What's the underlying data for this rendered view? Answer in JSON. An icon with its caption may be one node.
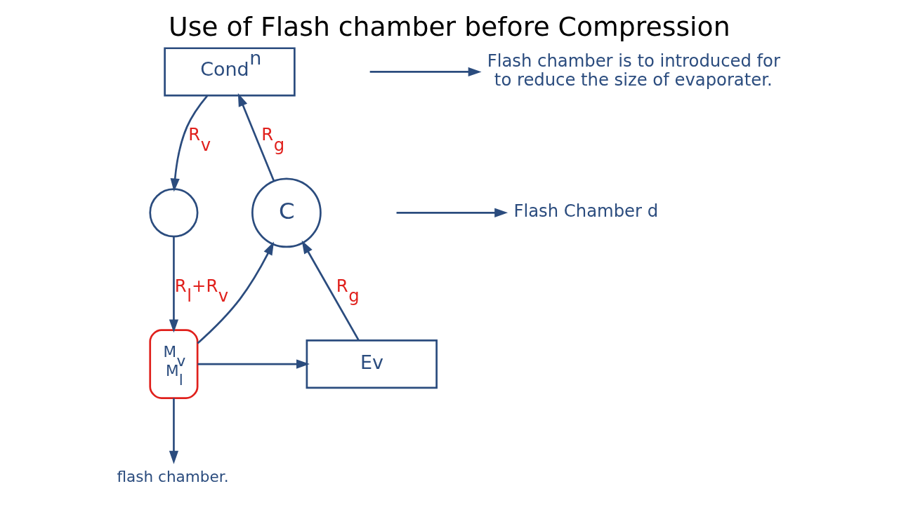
{
  "diagram": {
    "title": "Use of Flash chamber before Compression",
    "nodes": [
      {
        "text": [
          "Cond$^{n}$"
        ]
      },
      {
        "text": [],
        "shape": "circle"
      },
      {
        "text": [
          "C"
        ]
      },
      {
        "text": [
          "M$_{v}$",
          "M$_{l}$"
        ]
      },
      {
        "text": [
          "Ev"
        ]
      },
      {
        "text": [
          "flash chamber."
        ]
      },
      {
        "text": [
          "Flash chamber is to introduced for to reduce the size of evaporater."
        ]
      },
      {
        "text": [
          "Flash Chamber d"
        ]
      }
    ],
    "edges": [
      {
        "from": 0,
        "to": 1,
        "arrow": "to",
        "label": "R$_{v}$"
      },
      {
        "from": 2,
        "to": 0,
        "arrow": "to",
        "label": "R$_{g}$"
      },
      {
        "from": 1,
        "to": 3,
        "arrow": "to",
        "label": "R$_{l}$+R$_{v}$"
      },
      {
        "from": 3,
        "to": 2,
        "arrow": "to"
      },
      {
        "from": 4,
        "to": 2,
        "arrow": "to",
        "label": "R$_{g}$"
      },
      {
        "from": 3,
        "to": 4,
        "arrow": "to"
      },
      {
        "from": 3,
        "to": 5,
        "arrow": "to"
      },
      {
        "from": null,
        "to": 6,
        "arrow": "to"
      },
      {
        "from": null,
        "to": 7,
        "arrow": "to"
      }
    ]
  }
}
